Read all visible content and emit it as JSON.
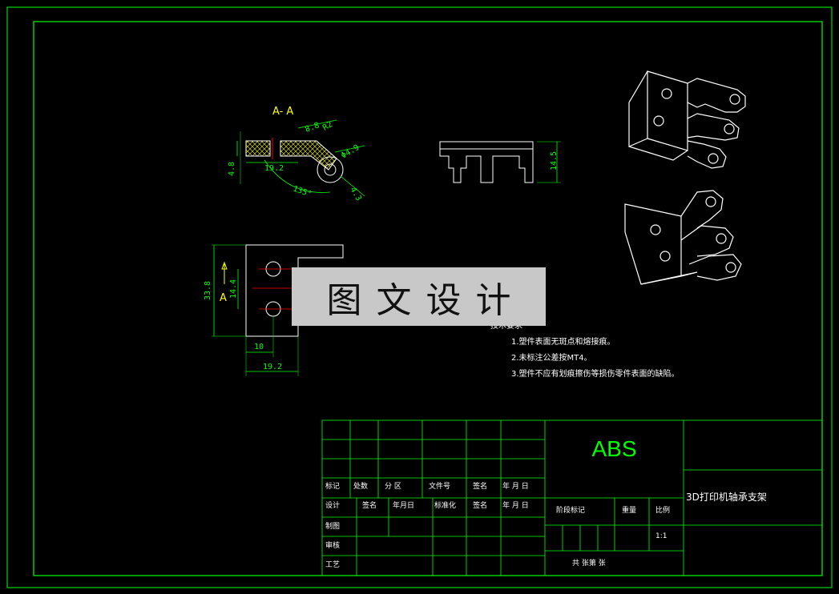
{
  "drawing": {
    "section_label": "A- A",
    "view_marker": "A",
    "dimensions": {
      "d_19_2_top": "19.2",
      "d_8_8": "8.8",
      "d_r2": "R2",
      "d_phi_4_9": "Φ4.9",
      "d_4_8": "4.8",
      "d_135": "135°",
      "d_4_3": "4.3",
      "d_14_5": "14.5",
      "d_33_8": "33.8",
      "d_14_4": "14.4",
      "d_10": "10",
      "d_19_2_bottom": "19.2"
    }
  },
  "watermark": "图文设计",
  "notes": {
    "heading": "技术要求",
    "items": [
      "1.塑件表面无斑点和熔接痕。",
      "2.未标注公差按MT4。",
      "3.塑件不应有划痕擦伤等损伤零件表面的缺陷。"
    ]
  },
  "title_block": {
    "material": "ABS",
    "part_name": "3D打印机轴承支架",
    "row_labels": [
      "标记",
      "处数",
      "分 区",
      "文件号",
      "签名",
      "年 月 日"
    ],
    "row_labels2": [
      "设计",
      "签名",
      "年月日",
      "标准化",
      "签名",
      "年 月 日"
    ],
    "left_labels": [
      "制图",
      "审核",
      "工艺"
    ],
    "stage_label": "阶段标记",
    "weight_label": "重量",
    "scale_label": "比例",
    "scale_value": "1:1",
    "sheet_label": "共 张第 张"
  },
  "colors": {
    "frame": "#00ff00",
    "outline": "#ffffff",
    "dimension": "#00ff00",
    "hatch": "#ffff00",
    "center": "#ff0000"
  }
}
